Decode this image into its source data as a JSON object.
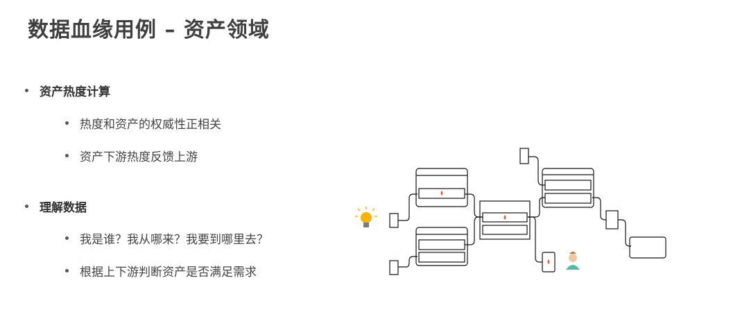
{
  "title": "数据血缘用例 – 资产领域",
  "sections": [
    {
      "heading": "资产热度计算",
      "items": [
        "热度和资产的权威性正相关",
        "资产下游热度反馈上游"
      ]
    },
    {
      "heading": "理解数据",
      "items": [
        "我是谁？我从哪来？我要到哪里去？",
        "根据上下游判断资产是否满足需求"
      ]
    }
  ],
  "diagram": {
    "icons": [
      "lightbulb-icon",
      "user-avatar-icon",
      "flame-icon"
    ],
    "colors": {
      "line": "#111111",
      "flame": "#e8553a",
      "bulb": "#f5b400",
      "avatar_shirt": "#5bb8a8"
    }
  }
}
